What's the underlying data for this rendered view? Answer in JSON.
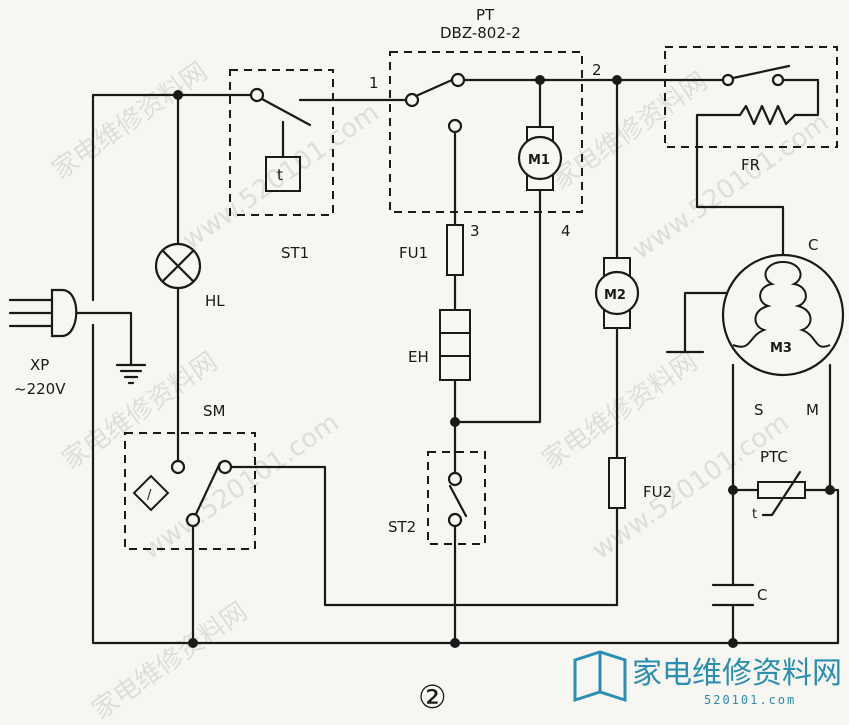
{
  "labels": {
    "pt": "PT",
    "pt_model": "DBZ-802-2",
    "node1": "1",
    "node2": "2",
    "node3": "3",
    "node4": "4",
    "st1": "ST1",
    "fu1": "FU1",
    "eh": "EH",
    "m1": "M1",
    "m2": "M2",
    "m3": "M3",
    "fr": "FR",
    "c_top": "C",
    "s": "S",
    "m": "M",
    "ptc": "PTC",
    "ptc_t": "t",
    "fu2": "FU2",
    "c_cap": "C",
    "hl": "HL",
    "sm": "SM",
    "xp": "XP",
    "voltage": "~220V",
    "st2": "ST2",
    "timer_t": "t",
    "figure_no": "②"
  },
  "watermark": {
    "chinese": "家电维修资料网",
    "url": "www.520101.com"
  },
  "logo": {
    "text": "家电维修资料网",
    "sub": "520101.com"
  },
  "colors": {
    "ink": "#1a1a1a",
    "paper": "#f7f6f1",
    "logo": "#2a8fb0"
  }
}
